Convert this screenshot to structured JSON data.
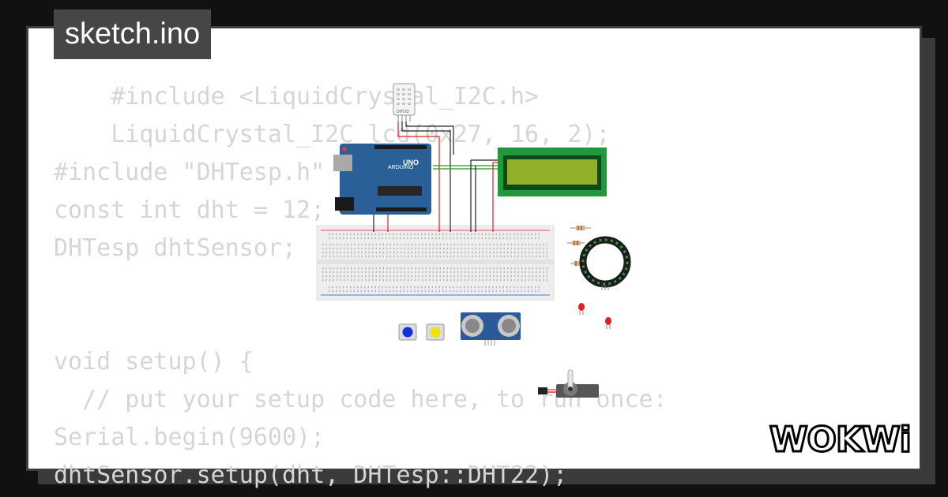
{
  "window": {
    "title": "sketch.ino"
  },
  "code_lines": [
    "    #include <LiquidCrystal_I2C.h>",
    "    LiquidCrystal_I2C lcd(0x27, 16, 2);",
    "#include \"DHTesp.h\"",
    "const int dht = 12;",
    "DHTesp dhtSensor;",
    "",
    "",
    "void setup() {",
    "  // put your setup code here, to run once:",
    "Serial.begin(9600);",
    "dhtSensor.setup(dht, DHTesp::DHT22);"
  ],
  "components": {
    "arduino": {
      "brand": "ARDUINO",
      "model": "UNO"
    },
    "dht_label": "DHT22"
  },
  "brand": {
    "logo": "WOKWi"
  },
  "colors": {
    "background": "#111111",
    "card": "#ffffff",
    "code_text": "#d6d6d6",
    "tab": "#464646",
    "arduino_board": "#2b5f97",
    "lcd_pcb": "#1f9a3a",
    "lcd_screen": "#8fb028"
  }
}
